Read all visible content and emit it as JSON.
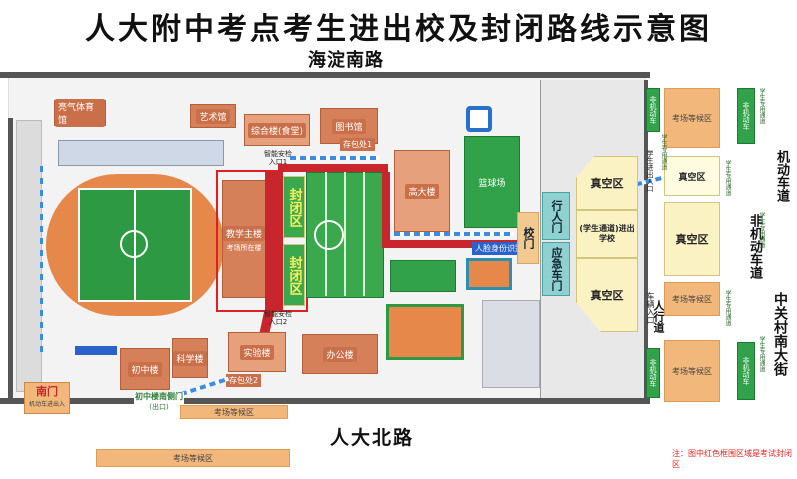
{
  "title": "人大附中考点考生进出校及封闭路线示意图",
  "roads": {
    "north": "海淀南路",
    "south": "人大北路",
    "east_vehicle": "机动车道",
    "east_nonvehicle": "非机动车道",
    "east_main": "中关村南大街",
    "east_sidewalk": "人行道"
  },
  "buildings": {
    "gym": "亮气体育馆",
    "arts": "艺术馆",
    "canteen": "综合楼(食堂)",
    "library": "图书馆",
    "teaching": "教学主楼",
    "teaching_sub": "考场所在楼",
    "experiment": "实验楼",
    "office": "办公楼",
    "junior": "初中楼",
    "science": "科学楼",
    "scitech": "高大楼",
    "court": "篮球场"
  },
  "zones": {
    "closed_1": "封闭区",
    "closed_2": "封闭区",
    "empty_1": "真空区",
    "empty_2": "真空区",
    "empty_3": "真空区",
    "empty_4": "真空区",
    "student_path": "(学生通道)进出学校",
    "student_entry": "学生进出入口",
    "vehicle_entry": "车辆入口"
  },
  "gates": {
    "pedestrian": "行人门",
    "emergency": "应急车门",
    "school_gate": "校门",
    "south_gate": "南门",
    "south_gate_sub": "机动车进出入",
    "junior_gate": "初中楼南侧门",
    "junior_gate_sub": "(出口)"
  },
  "checkpoints": {
    "security_1": "智能安检入口1",
    "security_2": "智能安检入口2",
    "storage_1": "存包处1",
    "storage_2": "存包处2",
    "id_check": "人脸身份识别"
  },
  "waiting": {
    "w1": "考场等候区",
    "w2": "考场等候区",
    "w3": "考场等候区",
    "w4": "考场等候区",
    "w5": "考场等候区"
  },
  "sidebox": {
    "s1": "非机动车",
    "s2": "非机动车",
    "s3": "非机动车",
    "s4": "非机动车",
    "g1": "学生专用通道",
    "g2": "学生专用通道",
    "g3": "学生专用通道",
    "g4": "学生专用通道",
    "g5": "学生专用通道",
    "g6": "学生专用通道"
  },
  "note": "注：图中红色框围区域是考试封闭区",
  "colors": {
    "closed_border": "#e02020",
    "field_green": "#2d9a43",
    "track_orange": "#e5884a",
    "empty_zone": "#fbf2c4"
  }
}
